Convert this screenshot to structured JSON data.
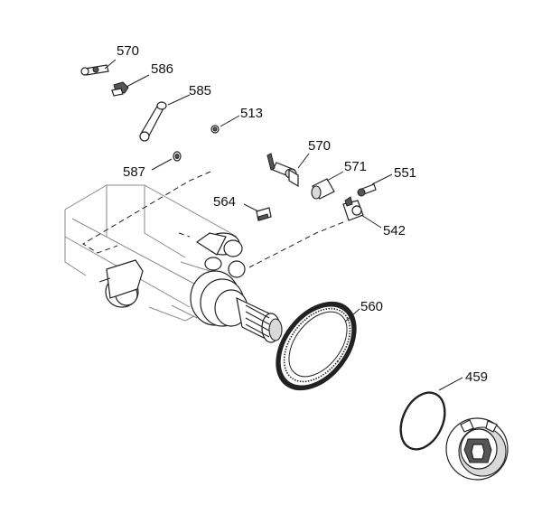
{
  "callouts": [
    {
      "id": "c570a",
      "text": "570"
    },
    {
      "id": "c586",
      "text": "586"
    },
    {
      "id": "c585",
      "text": "585"
    },
    {
      "id": "c513",
      "text": "513"
    },
    {
      "id": "c570b",
      "text": "570"
    },
    {
      "id": "c571",
      "text": "571"
    },
    {
      "id": "c551",
      "text": "551"
    },
    {
      "id": "c587",
      "text": "587"
    },
    {
      "id": "c564",
      "text": "564"
    },
    {
      "id": "c542",
      "text": "542"
    },
    {
      "id": "c560",
      "text": "560"
    },
    {
      "id": "c459",
      "text": "459"
    }
  ]
}
